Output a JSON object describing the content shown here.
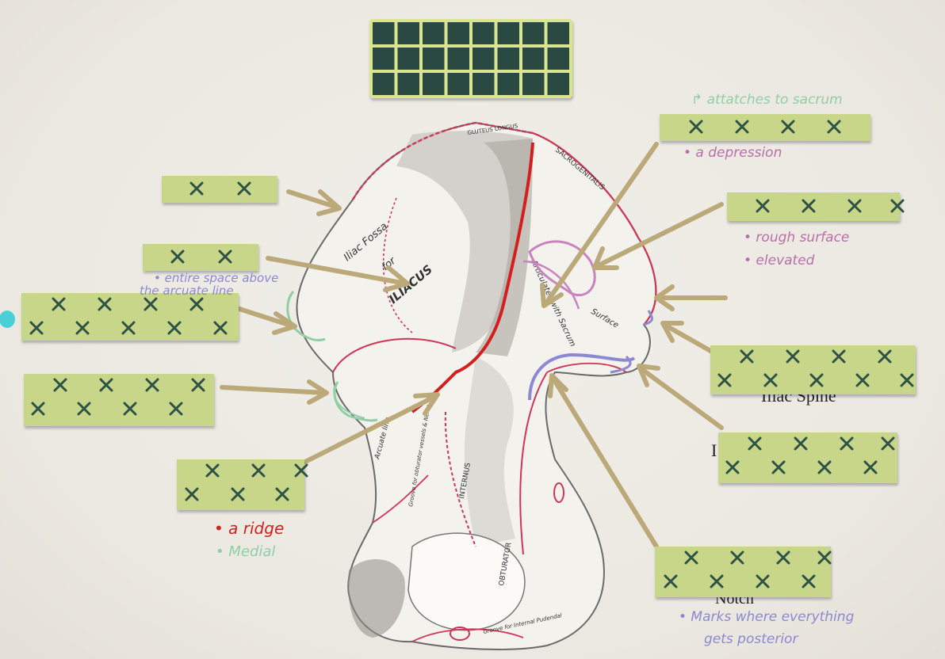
{
  "diagram": {
    "colors": {
      "background": "#eeebe5",
      "card": "#c8d68a",
      "card_edge": "#9aa862",
      "x_mark": "#2f5247",
      "arrow": "#bca97a",
      "crest_red": "#d41f1f",
      "note_pink": "#b86fa8",
      "note_purple": "#8b88d4",
      "note_green": "#8fcfa6",
      "note_red": "#d41f1f",
      "bone_outline": "#d03556",
      "grid_tile": "#2a4a42",
      "grid_line": "#d9e68e"
    },
    "bone_labels": {
      "fossa_line1": "Iliac Fossa",
      "fossa_line2": "for",
      "fossa_line3": "ILIACUS",
      "sacrogenitalis": "SACROGENITALIS",
      "auricular": "Articulates with Sacrum",
      "surface": "Surface",
      "internus": "INTERNUS",
      "obturator": "OBTURATOR",
      "arcuate": "Arcuate line",
      "groove": "Groove for Internal Pudendal",
      "crest_top": "GLUTEUS LONGUS",
      "groove_vessels": "Groove for obturator vessels & Nerve"
    },
    "notes": {
      "sacrum": "↱ attatches to sacrum",
      "depression": "• a depression",
      "rough": "• rough surface",
      "elevated": "• elevated",
      "space_line1": "• entire space above",
      "space_line2": "the arcuate line",
      "ridge": "• a ridge",
      "medial": "• Medial",
      "marks_line1": "• Marks where everything",
      "marks_line2": "gets posterior"
    },
    "peek_labels": {
      "posterior_spine": "Iliac Spine",
      "notch": "Notch"
    }
  }
}
